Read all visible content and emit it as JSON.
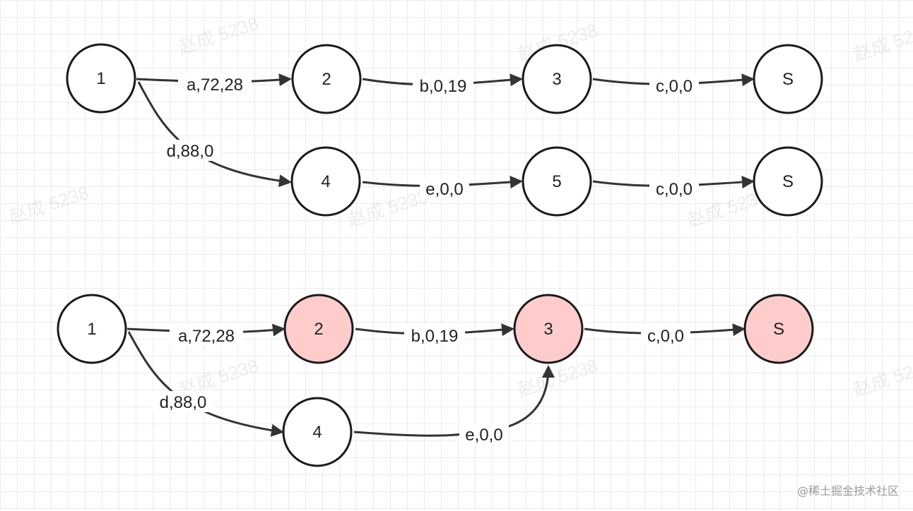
{
  "colors": {
    "node_fill": "#ffffff",
    "highlight_fill": "#ffcccc",
    "stroke": "#1a1a1a",
    "edge": "#333333"
  },
  "watermark": "赵成 5238",
  "credit": "@稀土掘金技术社区",
  "graphs": [
    {
      "nodes": [
        {
          "id": "g1n1",
          "label": "1",
          "highlighted": false
        },
        {
          "id": "g1n2",
          "label": "2",
          "highlighted": false
        },
        {
          "id": "g1n3",
          "label": "3",
          "highlighted": false
        },
        {
          "id": "g1nS1",
          "label": "S",
          "highlighted": false
        },
        {
          "id": "g1n4",
          "label": "4",
          "highlighted": false
        },
        {
          "id": "g1n5",
          "label": "5",
          "highlighted": false
        },
        {
          "id": "g1nS2",
          "label": "S",
          "highlighted": false
        }
      ],
      "edges": [
        {
          "id": "g1e1",
          "from": "1",
          "to": "2",
          "label": "a,72,28"
        },
        {
          "id": "g1e2",
          "from": "2",
          "to": "3",
          "label": "b,0,19"
        },
        {
          "id": "g1e3",
          "from": "3",
          "to": "S",
          "label": "c,0,0"
        },
        {
          "id": "g1e4",
          "from": "1",
          "to": "4",
          "label": "d,88,0"
        },
        {
          "id": "g1e5",
          "from": "4",
          "to": "5",
          "label": "e,0,0"
        },
        {
          "id": "g1e6",
          "from": "5",
          "to": "S",
          "label": "c,0,0"
        }
      ]
    },
    {
      "nodes": [
        {
          "id": "g2n1",
          "label": "1",
          "highlighted": false
        },
        {
          "id": "g2n2",
          "label": "2",
          "highlighted": true
        },
        {
          "id": "g2n3",
          "label": "3",
          "highlighted": true
        },
        {
          "id": "g2nS",
          "label": "S",
          "highlighted": true
        },
        {
          "id": "g2n4",
          "label": "4",
          "highlighted": false
        }
      ],
      "edges": [
        {
          "id": "g2e1",
          "from": "1",
          "to": "2",
          "label": "a,72,28"
        },
        {
          "id": "g2e2",
          "from": "2",
          "to": "3",
          "label": "b,0,19"
        },
        {
          "id": "g2e3",
          "from": "3",
          "to": "S",
          "label": "c,0,0"
        },
        {
          "id": "g2e4",
          "from": "1",
          "to": "4",
          "label": "d,88,0"
        },
        {
          "id": "g2e5",
          "from": "4",
          "to": "3",
          "label": "e,0,0"
        }
      ]
    }
  ]
}
